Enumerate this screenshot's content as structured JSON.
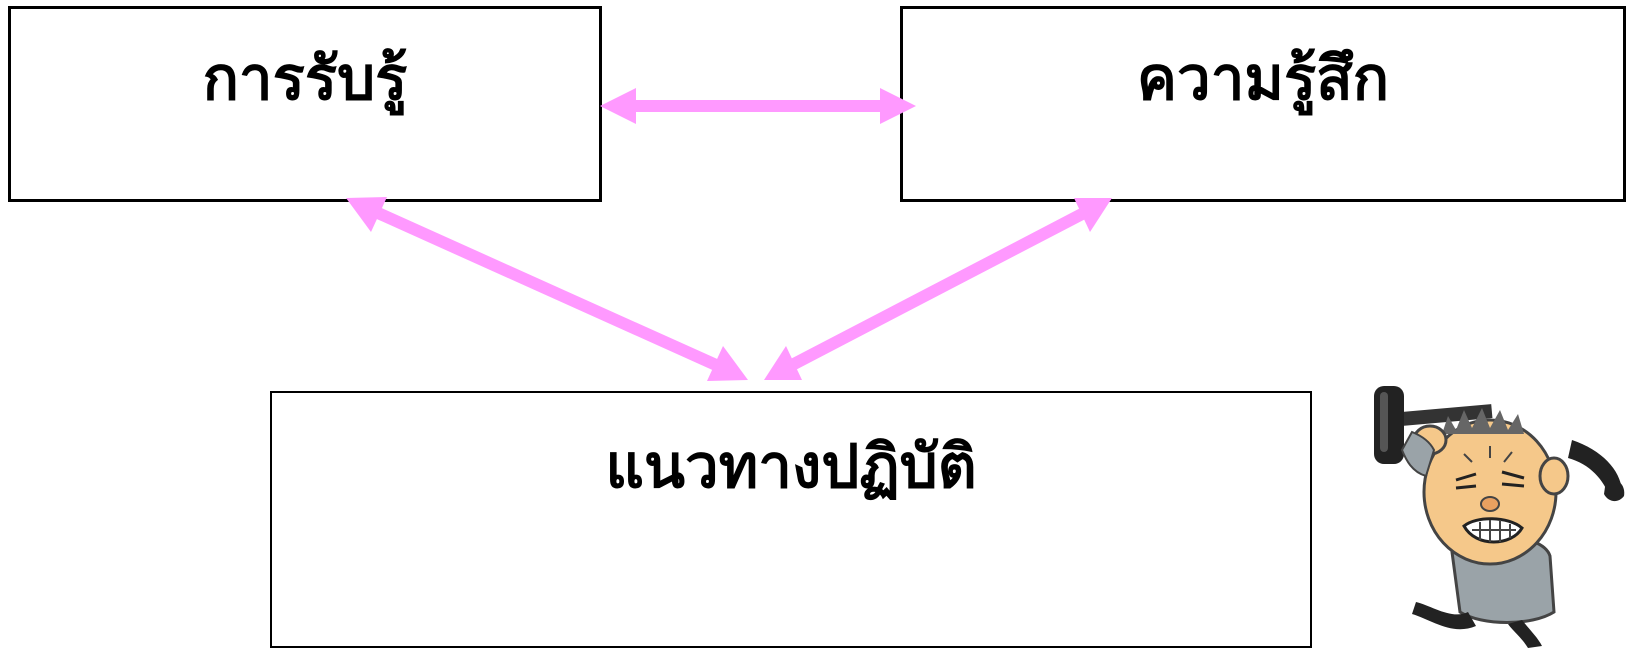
{
  "diagram": {
    "boxes": {
      "perception": "การรับรู้",
      "feeling": "ความรู้สึก",
      "practice": "แนวทางปฏิบัติ"
    },
    "arrow_color": "#ff99ff",
    "arrows": [
      {
        "from": "perception",
        "to": "feeling",
        "bidirectional": true
      },
      {
        "from": "perception",
        "to": "practice",
        "bidirectional": true
      },
      {
        "from": "feeling",
        "to": "practice",
        "bidirectional": true
      }
    ]
  },
  "illustration": {
    "icon": "stressed-man-with-hammer-icon"
  }
}
